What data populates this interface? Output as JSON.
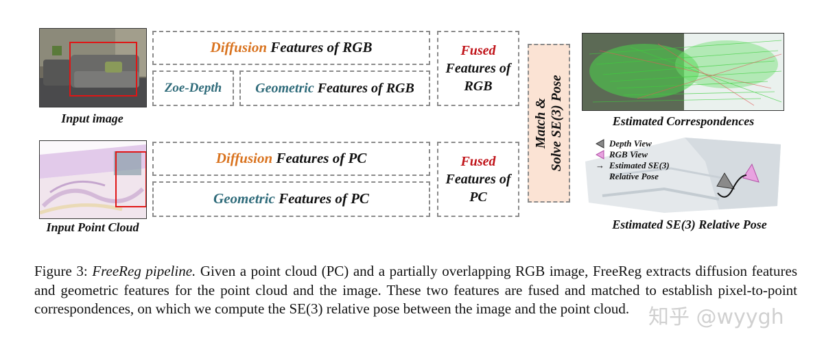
{
  "figure": {
    "input_image_label": "Input image",
    "input_pc_label": "Input Point Cloud",
    "rgb_diffusion": {
      "colored": "Diffusion",
      "rest": " Features of RGB"
    },
    "zoe_depth": "Zoe-Depth",
    "rgb_geometric": {
      "colored": "Geometric",
      "rest": " Features of RGB"
    },
    "rgb_fused": {
      "colored": "Fused",
      "line2": "Features of",
      "line3": "RGB"
    },
    "pc_diffusion": {
      "colored": "Diffusion",
      "rest": " Features of PC"
    },
    "pc_geometric": {
      "colored": "Geometric",
      "rest": " Features of PC"
    },
    "pc_fused": {
      "colored": "Fused",
      "line2": "Features of",
      "line3": "PC"
    },
    "match_line1": "Match &",
    "match_line2": "Solve SE(3) Pose",
    "correspondences_label": "Estimated Correspondences",
    "pose_label": "Estimated SE(3) Relative Pose",
    "legend": {
      "depth_view": "Depth View",
      "rgb_view": "RGB View",
      "pose_line1": "Estimated SE(3)",
      "pose_line2": "Relative Pose"
    }
  },
  "caption": {
    "prefix": "Figure 3: ",
    "title": "FreeReg pipeline.",
    "body": " Given a point cloud (PC) and a partially overlapping RGB image, FreeReg extracts diffusion features and geometric features for the point cloud and the image. These two features are fused and matched to establish pixel-to-point correspondences, on which we compute the SE(3) relative pose between the image and the point cloud."
  },
  "watermark": "知乎 @wyygh",
  "colors": {
    "diffusion": "#d9731f",
    "geometric": "#2f6b7a",
    "fused": "#c0141a",
    "match_bg": "#fbe3d4"
  }
}
